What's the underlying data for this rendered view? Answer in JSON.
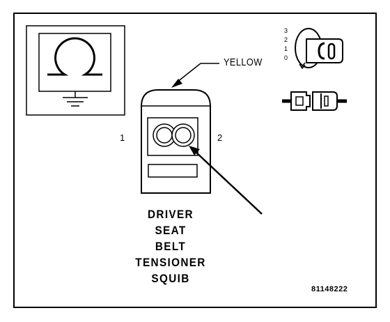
{
  "callout": {
    "color_label": "YELLOW"
  },
  "connector": {
    "pin_1": "1",
    "pin_2": "2"
  },
  "ignition": {
    "positions": [
      "3",
      "2",
      "1",
      "0"
    ]
  },
  "caption": {
    "lines": [
      "DRIVER",
      "SEAT",
      "BELT",
      "TENSIONER",
      "SQUIB"
    ]
  },
  "figure_id": "81148222"
}
